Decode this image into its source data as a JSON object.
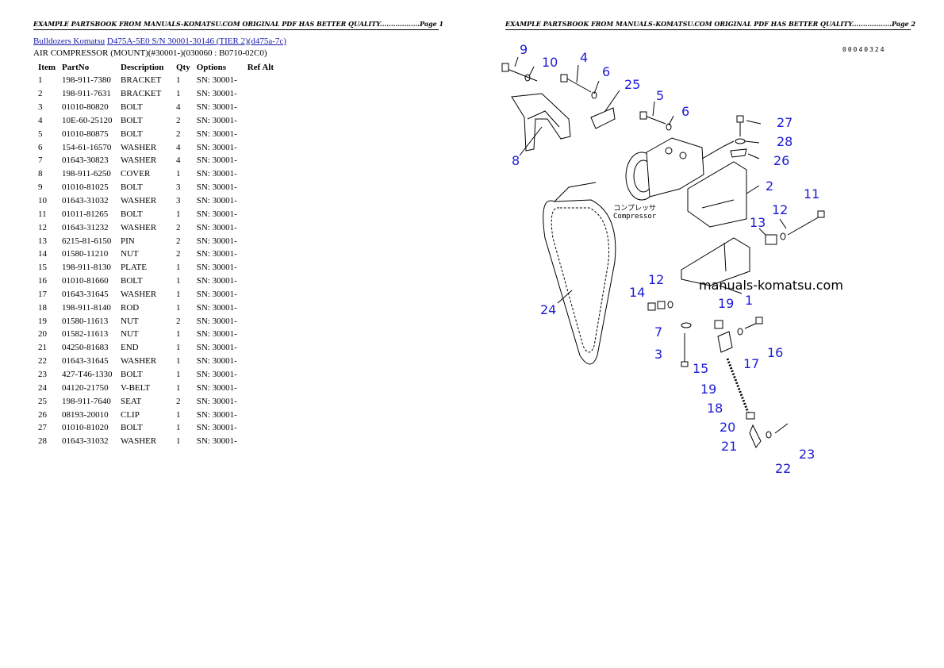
{
  "pages": {
    "left_header": "EXAMPLE PARTSBOOK FROM MANUALS-KOMATSU.COM ORIGINAL PDF HAS BETTER QUALITY..................Page 1",
    "right_header": "EXAMPLE PARTSBOOK FROM MANUALS-KOMATSU.COM ORIGINAL PDF HAS BETTER QUALITY..................Page 2"
  },
  "breadcrumb": {
    "link1": "Bulldozers Komatsu",
    "link2": "D475A-5E0 S/N 30001-30146 (TIER 2)(d475a-7c)"
  },
  "subtitle": "AIR COMPRESSOR (MOUNT)(#30001-)(030060 : B0710-02C0)",
  "table": {
    "headers": {
      "item": "Item",
      "partno": "PartNo",
      "description": "Description",
      "qty": "Qty",
      "options": "Options",
      "refalt": "Ref Alt"
    },
    "rows": [
      {
        "item": "1",
        "partno": "198-911-7380",
        "description": "BRACKET",
        "qty": "1",
        "options": "SN: 30001-"
      },
      {
        "item": "2",
        "partno": "198-911-7631",
        "description": "BRACKET",
        "qty": "1",
        "options": "SN: 30001-"
      },
      {
        "item": "3",
        "partno": "01010-80820",
        "description": "BOLT",
        "qty": "4",
        "options": "SN: 30001-"
      },
      {
        "item": "4",
        "partno": "10E-60-25120",
        "description": "BOLT",
        "qty": "2",
        "options": "SN: 30001-"
      },
      {
        "item": "5",
        "partno": "01010-80875",
        "description": "BOLT",
        "qty": "2",
        "options": "SN: 30001-"
      },
      {
        "item": "6",
        "partno": "154-61-16570",
        "description": "WASHER",
        "qty": "4",
        "options": "SN: 30001-"
      },
      {
        "item": "7",
        "partno": "01643-30823",
        "description": "WASHER",
        "qty": "4",
        "options": "SN: 30001-"
      },
      {
        "item": "8",
        "partno": "198-911-6250",
        "description": "COVER",
        "qty": "1",
        "options": "SN: 30001-"
      },
      {
        "item": "9",
        "partno": "01010-81025",
        "description": "BOLT",
        "qty": "3",
        "options": "SN: 30001-"
      },
      {
        "item": "10",
        "partno": "01643-31032",
        "description": "WASHER",
        "qty": "3",
        "options": "SN: 30001-"
      },
      {
        "item": "11",
        "partno": "01011-81265",
        "description": "BOLT",
        "qty": "1",
        "options": "SN: 30001-"
      },
      {
        "item": "12",
        "partno": "01643-31232",
        "description": "WASHER",
        "qty": "2",
        "options": "SN: 30001-"
      },
      {
        "item": "13",
        "partno": "6215-81-6150",
        "description": "PIN",
        "qty": "2",
        "options": "SN: 30001-"
      },
      {
        "item": "14",
        "partno": "01580-11210",
        "description": "NUT",
        "qty": "2",
        "options": "SN: 30001-"
      },
      {
        "item": "15",
        "partno": "198-911-8130",
        "description": "PLATE",
        "qty": "1",
        "options": "SN: 30001-"
      },
      {
        "item": "16",
        "partno": "01010-81660",
        "description": "BOLT",
        "qty": "1",
        "options": "SN: 30001-"
      },
      {
        "item": "17",
        "partno": "01643-31645",
        "description": "WASHER",
        "qty": "1",
        "options": "SN: 30001-"
      },
      {
        "item": "18",
        "partno": "198-911-8140",
        "description": "ROD",
        "qty": "1",
        "options": "SN: 30001-"
      },
      {
        "item": "19",
        "partno": "01580-11613",
        "description": "NUT",
        "qty": "2",
        "options": "SN: 30001-"
      },
      {
        "item": "20",
        "partno": "01582-11613",
        "description": "NUT",
        "qty": "1",
        "options": "SN: 30001-"
      },
      {
        "item": "21",
        "partno": "04250-81683",
        "description": "END",
        "qty": "1",
        "options": "SN: 30001-"
      },
      {
        "item": "22",
        "partno": "01643-31645",
        "description": "WASHER",
        "qty": "1",
        "options": "SN: 30001-"
      },
      {
        "item": "23",
        "partno": "427-T46-1330",
        "description": "BOLT",
        "qty": "1",
        "options": "SN: 30001-"
      },
      {
        "item": "24",
        "partno": "04120-21750",
        "description": "V-BELT",
        "qty": "1",
        "options": "SN: 30001-"
      },
      {
        "item": "25",
        "partno": "198-911-7640",
        "description": "SEAT",
        "qty": "2",
        "options": "SN: 30001-"
      },
      {
        "item": "26",
        "partno": "08193-20010",
        "description": "CLIP",
        "qty": "1",
        "options": "SN: 30001-"
      },
      {
        "item": "27",
        "partno": "01010-81020",
        "description": "BOLT",
        "qty": "1",
        "options": "SN: 30001-"
      },
      {
        "item": "28",
        "partno": "01643-31032",
        "description": "WASHER",
        "qty": "1",
        "options": "SN: 30001-"
      }
    ]
  },
  "diagram": {
    "drawing_code": "00040324",
    "watermark": "manuals-komatsu.com",
    "compressor_label_jp": "コンプレッサ",
    "compressor_label_en": "Compressor",
    "callout_color": "#1b1bd6",
    "callouts": [
      {
        "label": "9"
      },
      {
        "label": "10"
      },
      {
        "label": "4"
      },
      {
        "label": "6"
      },
      {
        "label": "25"
      },
      {
        "label": "5"
      },
      {
        "label": "6"
      },
      {
        "label": "27"
      },
      {
        "label": "28"
      },
      {
        "label": "26"
      },
      {
        "label": "8"
      },
      {
        "label": "2"
      },
      {
        "label": "11"
      },
      {
        "label": "12"
      },
      {
        "label": "13"
      },
      {
        "label": "12"
      },
      {
        "label": "14"
      },
      {
        "label": "1"
      },
      {
        "label": "19"
      },
      {
        "label": "7"
      },
      {
        "label": "24"
      },
      {
        "label": "3"
      },
      {
        "label": "16"
      },
      {
        "label": "17"
      },
      {
        "label": "15"
      },
      {
        "label": "19"
      },
      {
        "label": "18"
      },
      {
        "label": "20"
      },
      {
        "label": "21"
      },
      {
        "label": "23"
      },
      {
        "label": "22"
      }
    ]
  }
}
